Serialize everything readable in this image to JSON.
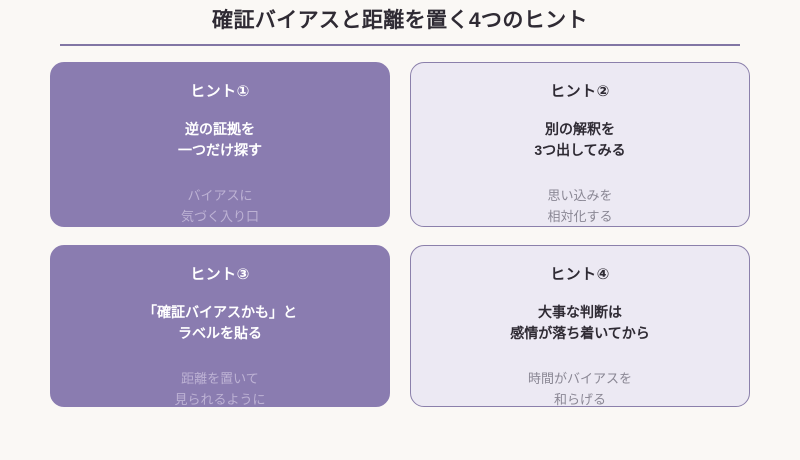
{
  "header": {
    "title": "確証バイアスと距離を置く4つのヒント",
    "divider_color": "#8176a4"
  },
  "theme": {
    "page_background": "#faf8f5",
    "filled_card_background": "#8a7cb0",
    "outlined_card_background": "#ece9f3",
    "outlined_card_border": "#8b80ab",
    "title_text": "#2f2b34",
    "filled_card_sub_text": "#bdb2d4",
    "outlined_card_sub_text": "#8a8794"
  },
  "cards": [
    {
      "heading": "ヒント①",
      "main": "逆の証拠を\n一つだけ探す",
      "sub": "バイアスに\n気づく入り口",
      "style": "filled"
    },
    {
      "heading": "ヒント②",
      "main": "別の解釈を\n3つ出してみる",
      "sub": "思い込みを\n相対化する",
      "style": "outlined"
    },
    {
      "heading": "ヒント③",
      "main": "「確証バイアスかも」と\nラベルを貼る",
      "sub": "距離を置いて\n見られるように",
      "style": "filled"
    },
    {
      "heading": "ヒント④",
      "main": "大事な判断は\n感情が落ち着いてから",
      "sub": "時間がバイアスを\n和らげる",
      "style": "outlined"
    }
  ]
}
